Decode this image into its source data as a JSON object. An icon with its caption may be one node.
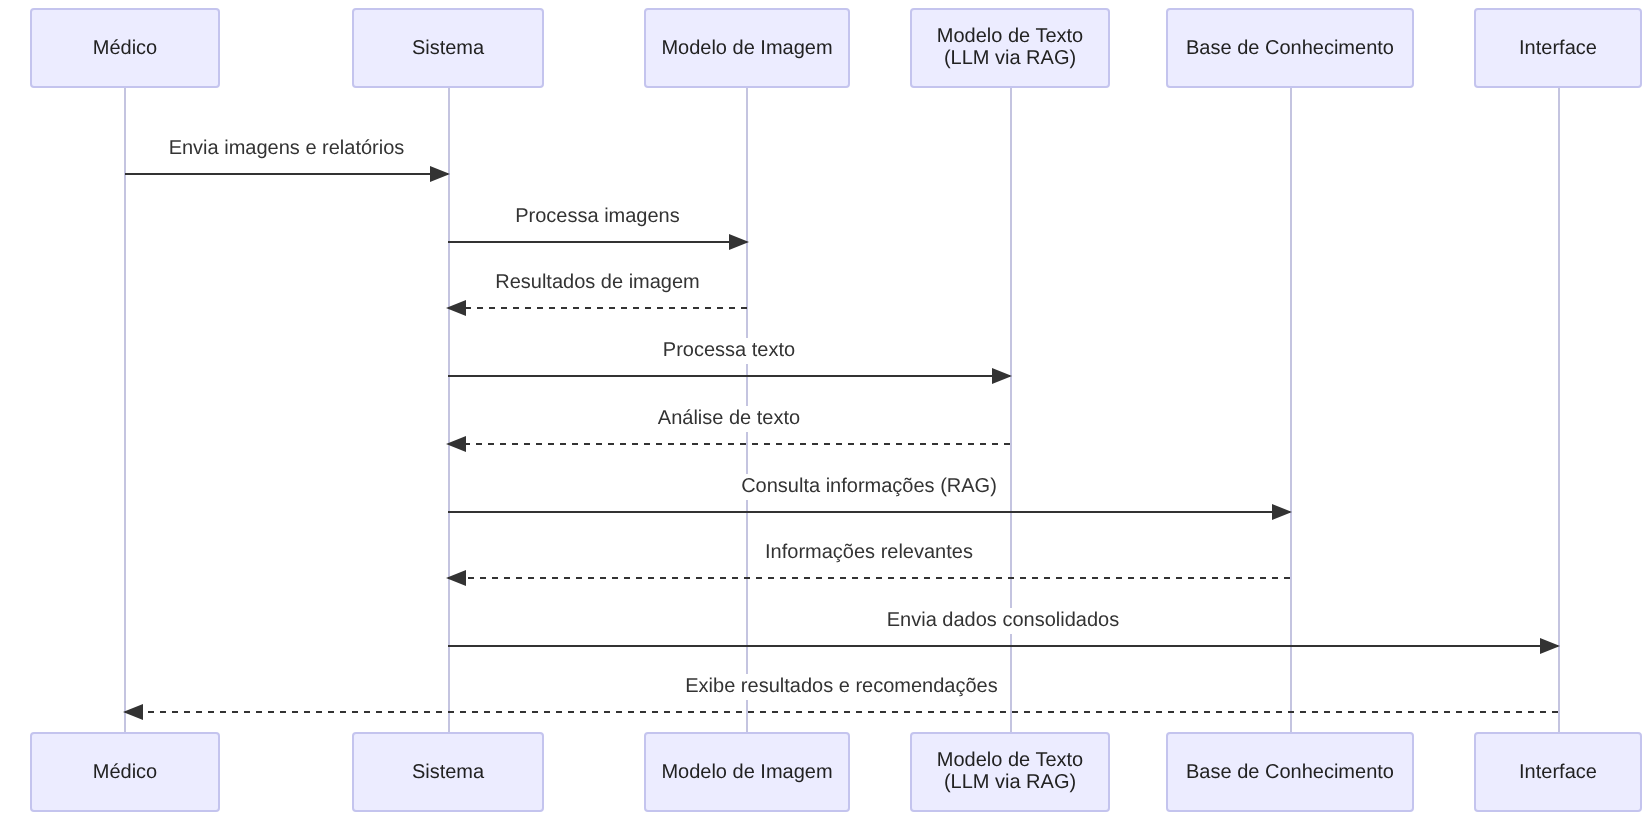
{
  "diagram": {
    "nodes": [
      {
        "text": [
          "Médico"
        ]
      },
      {
        "text": [
          "Sistema"
        ]
      },
      {
        "text": [
          "Modelo de Imagem"
        ]
      },
      {
        "text": [
          "Modelo de Texto (LLM via RAG)"
        ]
      },
      {
        "text": [
          "Base de Conhecimento"
        ]
      },
      {
        "text": [
          "Interface"
        ]
      },
      {
        "text": [
          "Médico"
        ]
      },
      {
        "text": [
          "Sistema"
        ]
      },
      {
        "text": [
          "Modelo de Imagem"
        ]
      },
      {
        "text": [
          "Modelo de Texto (LLM via RAG)"
        ]
      },
      {
        "text": [
          "Base de Conhecimento"
        ]
      },
      {
        "text": [
          "Interface"
        ]
      },
      {
        "text": [],
        "shape": "line"
      },
      {
        "text": [],
        "shape": "line"
      },
      {
        "text": [],
        "shape": "line"
      },
      {
        "text": [],
        "shape": "line"
      },
      {
        "text": [],
        "shape": "line"
      },
      {
        "text": [],
        "shape": "line"
      }
    ],
    "edges": [
      {
        "from": 12,
        "to": 13,
        "arrow": "to",
        "label": "Envia imagens e relatórios"
      },
      {
        "from": 13,
        "to": 14,
        "arrow": "to",
        "label": "Processa imagens"
      },
      {
        "from": 14,
        "to": 13,
        "arrow": "to",
        "label": "Resultados de imagem",
        "style": "dashed"
      },
      {
        "from": 13,
        "to": 15,
        "arrow": "to",
        "label": "Processa texto"
      },
      {
        "from": 15,
        "to": 13,
        "arrow": "to",
        "label": "Análise de texto",
        "style": "dashed"
      },
      {
        "from": 13,
        "to": 16,
        "arrow": "to",
        "label": "Consulta informações (RAG)"
      },
      {
        "from": 16,
        "to": 13,
        "arrow": "to",
        "label": "Informações relevantes",
        "style": "dashed"
      },
      {
        "from": 13,
        "to": 17,
        "arrow": "to",
        "label": "Envia dados consolidados"
      },
      {
        "from": 17,
        "to": 12,
        "arrow": "to",
        "label": "Exibe resultados e recomendações",
        "style": "dashed"
      }
    ]
  }
}
